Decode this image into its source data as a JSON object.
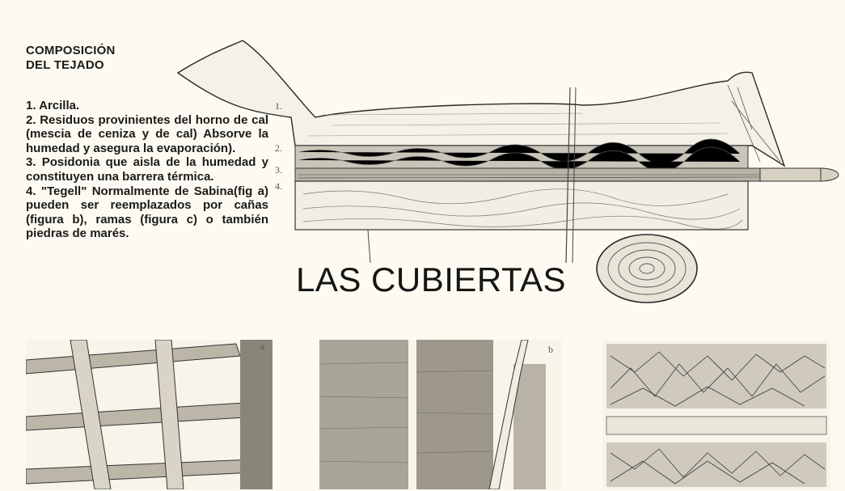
{
  "heading": {
    "line1": "COMPOSICIÓN",
    "line2": "DEL TEJADO"
  },
  "items": [
    {
      "text": "1. Arcilla."
    },
    {
      "text": "2. Residuos provinientes del horno de cal (mescia de ceniza y de cal) Absorve la humedad y asegura la evaporación)."
    },
    {
      "text": "3. Posidonia que aisla de la humedad y constituyen una barrera térmica."
    },
    {
      "text": "4. \"Tegell\" Normalmente de Sabina(fig a) pueden ser reemplazados por cañas (figura b), ramas (figura c) o también piedras de marés."
    }
  ],
  "title": "LAS CUBIERTAS",
  "roof_labels": [
    "1.",
    "2.",
    "3.",
    "4."
  ],
  "figure_labels": {
    "a": "a",
    "b": "b"
  },
  "colors": {
    "paper": "#fdfbf1",
    "ink": "#1a1a1a",
    "sketch": "#3a3a3a"
  }
}
